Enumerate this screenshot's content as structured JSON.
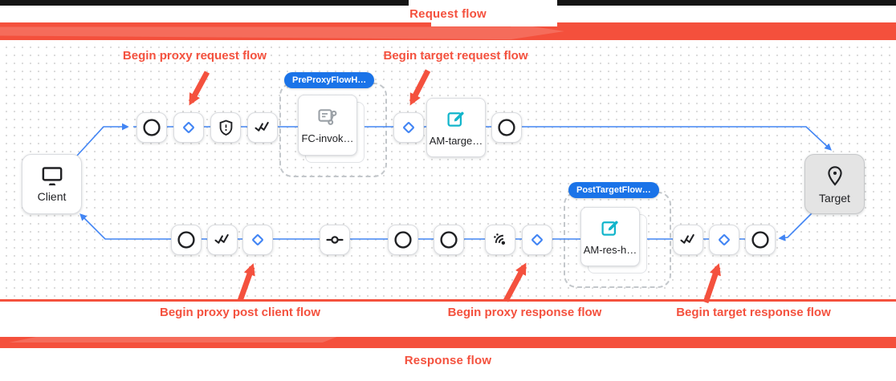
{
  "header": {
    "request_flow_label": "Request flow"
  },
  "footer": {
    "response_flow_label": "Response flow"
  },
  "annotations": {
    "proxy_request": "Begin proxy request flow",
    "target_request": "Begin target request flow",
    "proxy_post_client": "Begin proxy post client flow",
    "proxy_response": "Begin proxy response flow",
    "target_response": "Begin target response flow"
  },
  "endpoints": {
    "client_label": "Client",
    "target_label": "Target"
  },
  "flow_hooks": {
    "pre_proxy": {
      "badge_label": "PreProxyFlowH…",
      "policy_label": "FC-invok…",
      "policy_icon": "flow-callout-icon"
    },
    "post_target": {
      "badge_label": "PostTargetFlow…",
      "policy_label": "AM-res-h…",
      "policy_icon": "assign-message-icon"
    }
  },
  "policies": {
    "am_target_label": "AM-targe…",
    "am_target_icon": "assign-message-icon"
  },
  "flow_steps": {
    "request_row_left_to_right": [
      "circle-icon",
      "diamond-icon",
      "shield-icon",
      "double-check-icon",
      "flow-hook:PreProxyFlowH…/FC-invok…",
      "diamond-icon",
      "policy:AM-targe…",
      "circle-icon"
    ],
    "response_row_right_to_left": [
      "circle-icon",
      "diamond-icon",
      "double-check-icon",
      "flow-hook:PostTargetFlow…/AM-res-h…",
      "diamond-icon",
      "sensors-icon",
      "circle-icon",
      "circle-icon",
      "dash-circle-icon",
      "diamond-icon",
      "double-check-icon",
      "circle-icon"
    ]
  },
  "colors": {
    "annotation_red": "#f4513e",
    "band_red": "#f4503c",
    "wire_blue": "#4285f4",
    "badge_blue": "#1a73e8",
    "policy_teal": "#12b5cb",
    "node_border": "#dadce0",
    "target_fill": "#e4e4e4",
    "grid_dot": "#dcdcdc"
  }
}
